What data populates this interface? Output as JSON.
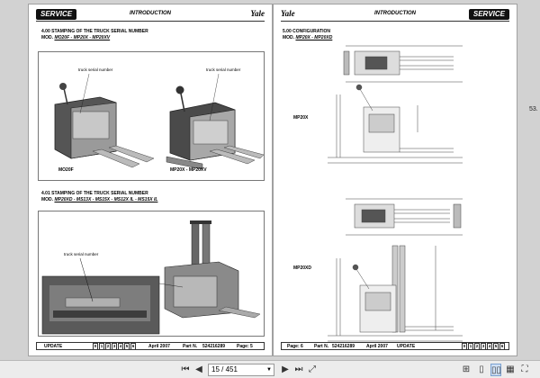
{
  "left_page": {
    "badge": "SERVICE",
    "header_title": "INTRODUCTION",
    "logo": "Yale",
    "section1_title": "4.00  STAMPING OF THE TRUCK SERIAL NUMBER",
    "section1_mod_prefix": "MOD.",
    "section1_mod": "MO20F - MP20X - MP20XV",
    "callout1": "truck serial number",
    "callout2": "truck serial number",
    "fig_label1": "MO20F",
    "fig_label2": "MP20X - MP20XV",
    "section2_title": "4.01  STAMPING OF THE TRUCK SERIAL NUMBER",
    "section2_mod_prefix": "MOD.",
    "section2_mod": "MP20XD - MS13X - MS15X - MS12X IL - MS15X IL",
    "callout3": "truck serial number",
    "footer": {
      "update_label": "UPDATE",
      "digits": [
        "0",
        "1",
        "2",
        "3",
        "4",
        "5",
        "6"
      ],
      "date": "April 2007",
      "part_label": "Part N.",
      "part_number": "524216289",
      "page": "Page: 5"
    }
  },
  "right_page": {
    "logo": "Yale",
    "header_title": "INTRODUCTION",
    "badge": "SERVICE",
    "section_title": "5.00  CONFIGURATION",
    "mod_prefix": "MOD.",
    "mod": "MP20X - MP20XD",
    "label1": "MP20X",
    "label2": "MP20XD",
    "footer": {
      "page": "Page: 6",
      "part_label": "Part N.",
      "part_number": "524216289",
      "date": "April 2007",
      "update_label": "UPDATE",
      "digits": [
        "0",
        "1",
        "2",
        "3",
        "4",
        "5",
        "6"
      ]
    }
  },
  "right_edge_text": "53.",
  "toolbar": {
    "page_indicator": "15 / 451",
    "first_icon": "first-page-icon",
    "prev_icon": "previous-page-icon",
    "next_icon": "next-page-icon",
    "last_icon": "last-page-icon",
    "fit_icon": "fit-page-icon",
    "zoom_icon": "zoom-icon",
    "single_page_icon": "single-page-view-icon",
    "two_page_icon": "two-page-view-icon",
    "grid_icon": "grid-view-icon",
    "fullscreen_icon": "fullscreen-icon"
  }
}
